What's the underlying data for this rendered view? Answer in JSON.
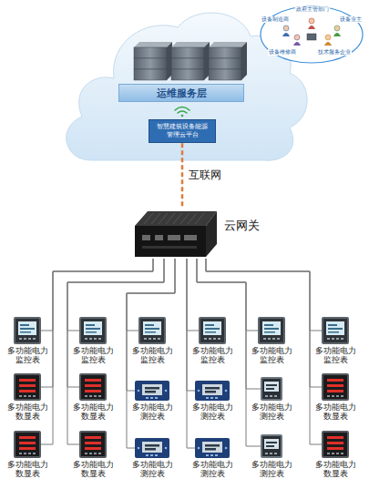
{
  "diagram": {
    "nodes": [
      {
        "text": [
          "运维服务层"
        ]
      },
      {
        "text": [
          "智慧建筑设备能源 管理云平台"
        ]
      },
      {
        "text": [
          "设备制造商",
          "政府主管部门",
          "设备业主",
          "设备维修商",
          "技术服务企业"
        ]
      },
      {
        "text": [
          "云网关"
        ]
      },
      {
        "text": [
          "多功能电力 监控表"
        ]
      },
      {
        "text": [
          "多功能电力 监控表"
        ]
      },
      {
        "text": [
          "多功能电力 监控表"
        ]
      },
      {
        "text": [
          "多功能电力 监控表"
        ]
      },
      {
        "text": [
          "多功能电力 监控表"
        ]
      },
      {
        "text": [
          "多功能电力 监控表"
        ]
      },
      {
        "text": [
          "多功能电力 数显表"
        ]
      },
      {
        "text": [
          "多功能电力 数显表"
        ]
      },
      {
        "text": [
          "多功能电力 测控表"
        ]
      },
      {
        "text": [
          "多功能电力 测控表"
        ]
      },
      {
        "text": [
          "多功能电力 测控表"
        ]
      },
      {
        "text": [
          "多功能电力 数显表"
        ]
      },
      {
        "text": [
          "多功能电力 数显表"
        ]
      },
      {
        "text": [
          "多功能电力 数显表"
        ]
      },
      {
        "text": [
          "多功能电力 测控表"
        ]
      },
      {
        "text": [
          "多功能电力 测控表"
        ]
      },
      {
        "text": [
          "多功能电力 测控表"
        ]
      },
      {
        "text": [
          "多功能电力 数显表"
        ]
      }
    ],
    "edges": [
      {
        "from": 1,
        "to": 3,
        "label": "互联网",
        "arrow": "none"
      },
      {
        "from": 3,
        "to": 4,
        "arrow": "none"
      },
      {
        "from": 3,
        "to": 5,
        "arrow": "none"
      },
      {
        "from": 3,
        "to": 6,
        "arrow": "none"
      },
      {
        "from": 3,
        "to": 7,
        "arrow": "none"
      },
      {
        "from": 3,
        "to": 8,
        "arrow": "none"
      },
      {
        "from": 3,
        "to": 9,
        "arrow": "none"
      },
      {
        "from": 3,
        "to": 10,
        "arrow": "none"
      },
      {
        "from": 3,
        "to": 11,
        "arrow": "none"
      },
      {
        "from": 3,
        "to": 12,
        "arrow": "none"
      },
      {
        "from": 3,
        "to": 13,
        "arrow": "none"
      },
      {
        "from": 3,
        "to": 14,
        "arrow": "none"
      },
      {
        "from": 3,
        "to": 15,
        "arrow": "none"
      },
      {
        "from": 3,
        "to": 16,
        "arrow": "none"
      },
      {
        "from": 3,
        "to": 17,
        "arrow": "none"
      },
      {
        "from": 3,
        "to": 18,
        "arrow": "none"
      },
      {
        "from": 3,
        "to": 19,
        "arrow": "none"
      },
      {
        "from": 3,
        "to": 20,
        "arrow": "none"
      },
      {
        "from": 3,
        "to": 21,
        "arrow": "none"
      }
    ]
  }
}
